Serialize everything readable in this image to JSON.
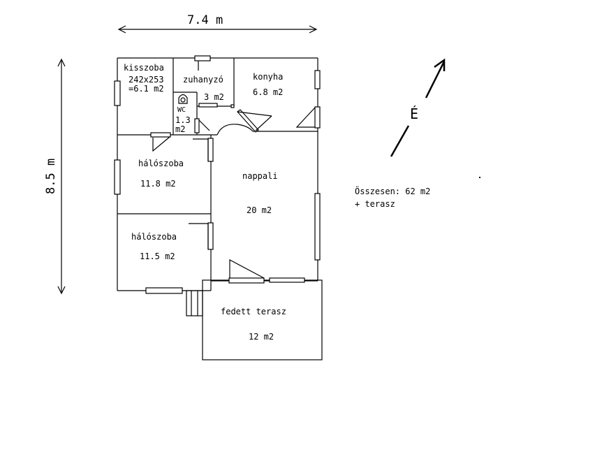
{
  "dimensions": {
    "width_label": "7.4 m",
    "height_label": "8.5 m"
  },
  "north": {
    "label": "É",
    "icon": "north-arrow-icon"
  },
  "summary": {
    "line1": "Összesen: 62 m2",
    "line2": "+ terasz"
  },
  "rooms": {
    "kisszoba": {
      "name": "kisszoba",
      "size": "242x253",
      "area": "=6.1 m2"
    },
    "zuhanyzo": {
      "name": "zuhanyzó",
      "area": "3 m2"
    },
    "wc": {
      "name": "WC",
      "area_num": "1.3",
      "area_unit": "m2"
    },
    "konyha": {
      "name": "konyha",
      "area": "6.8 m2"
    },
    "haloszoba1": {
      "name": "hálószoba",
      "area": "11.8 m2"
    },
    "haloszoba2": {
      "name": "hálószoba",
      "area": "11.5 m2"
    },
    "nappali": {
      "name": "nappali",
      "area": "20 m2"
    },
    "terasz": {
      "name": "fedett terasz",
      "area": "12 m2"
    }
  }
}
